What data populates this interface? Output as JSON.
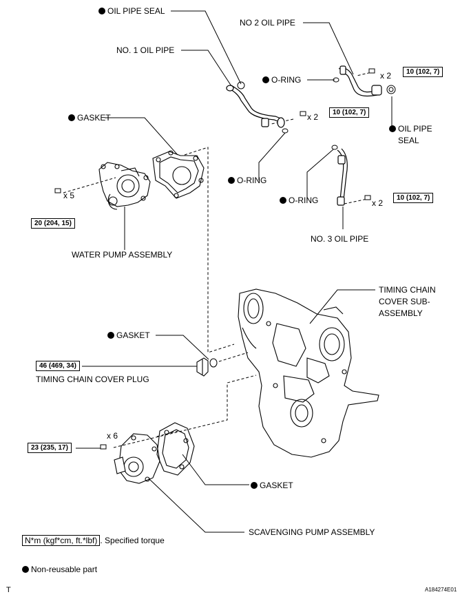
{
  "parts": {
    "oil_pipe_seal_top": "OIL PIPE SEAL",
    "no2_oil_pipe": "NO 2 OIL PIPE",
    "no1_oil_pipe": "NO. 1 OIL PIPE",
    "o_ring_upper": "O-RING",
    "gasket_water_pump": "GASKET",
    "oil_pipe_seal_right_line1": "OIL PIPE",
    "oil_pipe_seal_right_line2": "SEAL",
    "o_ring_left": "O-RING",
    "o_ring_right": "O-RING",
    "no3_oil_pipe": "NO. 3 OIL PIPE",
    "water_pump_assembly": "WATER PUMP ASSEMBLY",
    "timing_chain_cover_line1": "TIMING CHAIN",
    "timing_chain_cover_line2": "COVER SUB-",
    "timing_chain_cover_line3": "ASSEMBLY",
    "gasket_plug": "GASKET",
    "timing_chain_cover_plug": "TIMING CHAIN COVER PLUG",
    "gasket_scavenging": "GASKET",
    "scavenging_pump_assembly": "SCAVENGING PUMP ASSEMBLY"
  },
  "torques": {
    "no2_pipe": "10 (102, 7)",
    "no1_pipe": "10 (102, 7)",
    "no3_pipe": "10 (102, 7)",
    "water_pump": "20 (204, 15)",
    "plug": "46 (469, 34)",
    "scavenging_pump": "23 (235, 17)"
  },
  "multipliers": {
    "no2_pipe": "x 2",
    "no1_pipe": "x 2",
    "no3_pipe": "x 2",
    "water_pump": "x 5",
    "scavenging_pump": "x 6"
  },
  "legend": {
    "torque_units": "N*m (kgf*cm, ft.*lbf)",
    "torque_desc": ". Specified torque",
    "non_reusable": "Non-reusable part"
  },
  "footer": {
    "corner_mark": "T",
    "figure_id": "A184274E01"
  }
}
